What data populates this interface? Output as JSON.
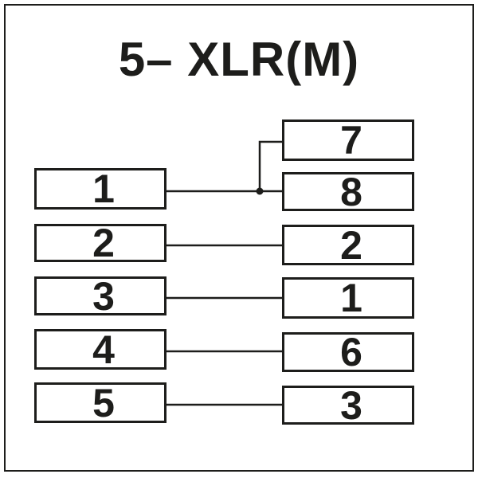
{
  "title": "5– XLR(M)",
  "colors": {
    "ink": "#1d1d1b",
    "background": "#ffffff"
  },
  "left_connector": {
    "pins": [
      "1",
      "2",
      "3",
      "4",
      "5"
    ]
  },
  "right_connector": {
    "pins": [
      "7",
      "8",
      "2",
      "1",
      "6",
      "3"
    ]
  },
  "connections": [
    {
      "from_left": "1",
      "to_right": [
        "7",
        "8"
      ],
      "junction_dot": true
    },
    {
      "from_left": "2",
      "to_right": [
        "2"
      ]
    },
    {
      "from_left": "3",
      "to_right": [
        "1"
      ]
    },
    {
      "from_left": "4",
      "to_right": [
        "6"
      ]
    },
    {
      "from_left": "5",
      "to_right": [
        "3"
      ]
    }
  ]
}
